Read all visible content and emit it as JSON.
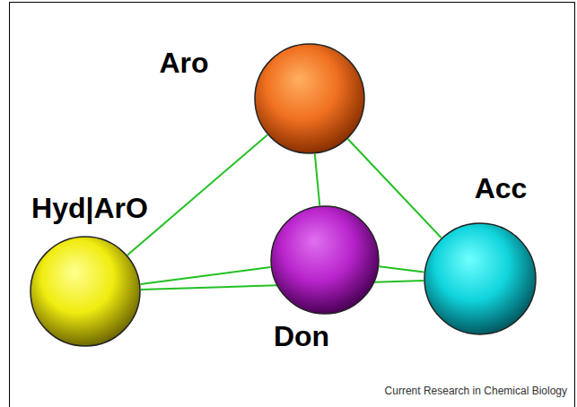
{
  "diagram": {
    "nodes": [
      {
        "text": [
          "Aro"
        ]
      },
      {
        "text": [
          "Hyd|ArO"
        ]
      },
      {
        "text": [
          "Don"
        ]
      },
      {
        "text": [
          "Acc"
        ]
      }
    ],
    "edges": [
      {
        "from": 0,
        "to": 1,
        "arrow": "none"
      },
      {
        "from": 0,
        "to": 3,
        "arrow": "none"
      },
      {
        "from": 0,
        "to": 2,
        "arrow": "none"
      },
      {
        "from": 1,
        "to": 2,
        "arrow": "none"
      },
      {
        "from": 1,
        "to": 3,
        "arrow": "none"
      },
      {
        "from": 2,
        "to": 3,
        "arrow": "none"
      }
    ],
    "labels": [
      "Current Research in Chemical Biology"
    ]
  }
}
